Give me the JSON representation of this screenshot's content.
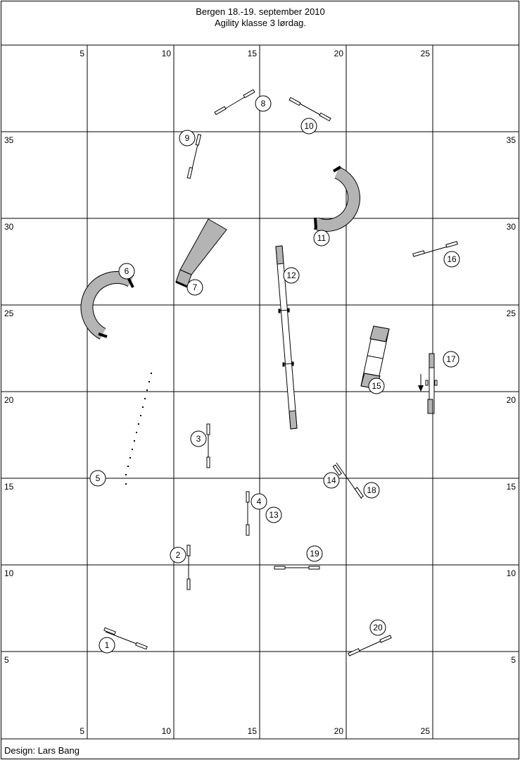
{
  "header": {
    "line1": "Bergen 18.-19. september 2010",
    "line2": "Agility klasse 3 lørdag."
  },
  "footer": {
    "designer": "Design: Lars Bang"
  },
  "grid": {
    "top_labels": [
      "5",
      "10",
      "15",
      "20",
      "25"
    ],
    "bottom_labels": [
      "5",
      "10",
      "15",
      "20",
      "25"
    ],
    "side_labels": [
      "35",
      "30",
      "25",
      "20",
      "15",
      "10",
      "5"
    ]
  },
  "obstacles": [
    {
      "num": "1",
      "kind": "jump"
    },
    {
      "num": "2",
      "kind": "jump"
    },
    {
      "num": "3",
      "kind": "jump"
    },
    {
      "num": "4",
      "kind": "jump"
    },
    {
      "num": "5",
      "kind": "weave"
    },
    {
      "num": "6",
      "kind": "tunnel"
    },
    {
      "num": "7",
      "kind": "chute"
    },
    {
      "num": "8",
      "kind": "jump"
    },
    {
      "num": "9",
      "kind": "jump"
    },
    {
      "num": "10",
      "kind": "jump"
    },
    {
      "num": "11",
      "kind": "tunnel"
    },
    {
      "num": "12",
      "kind": "dogwalk"
    },
    {
      "num": "13",
      "kind": "jump"
    },
    {
      "num": "14",
      "kind": "jump"
    },
    {
      "num": "15",
      "kind": "aframe"
    },
    {
      "num": "16",
      "kind": "jump"
    },
    {
      "num": "17",
      "kind": "seesaw"
    },
    {
      "num": "18",
      "kind": "jump"
    },
    {
      "num": "19",
      "kind": "jump"
    },
    {
      "num": "20",
      "kind": "jump"
    }
  ],
  "colors": {
    "obstacle_fill": "#b4b4b4",
    "line": "#000000"
  }
}
